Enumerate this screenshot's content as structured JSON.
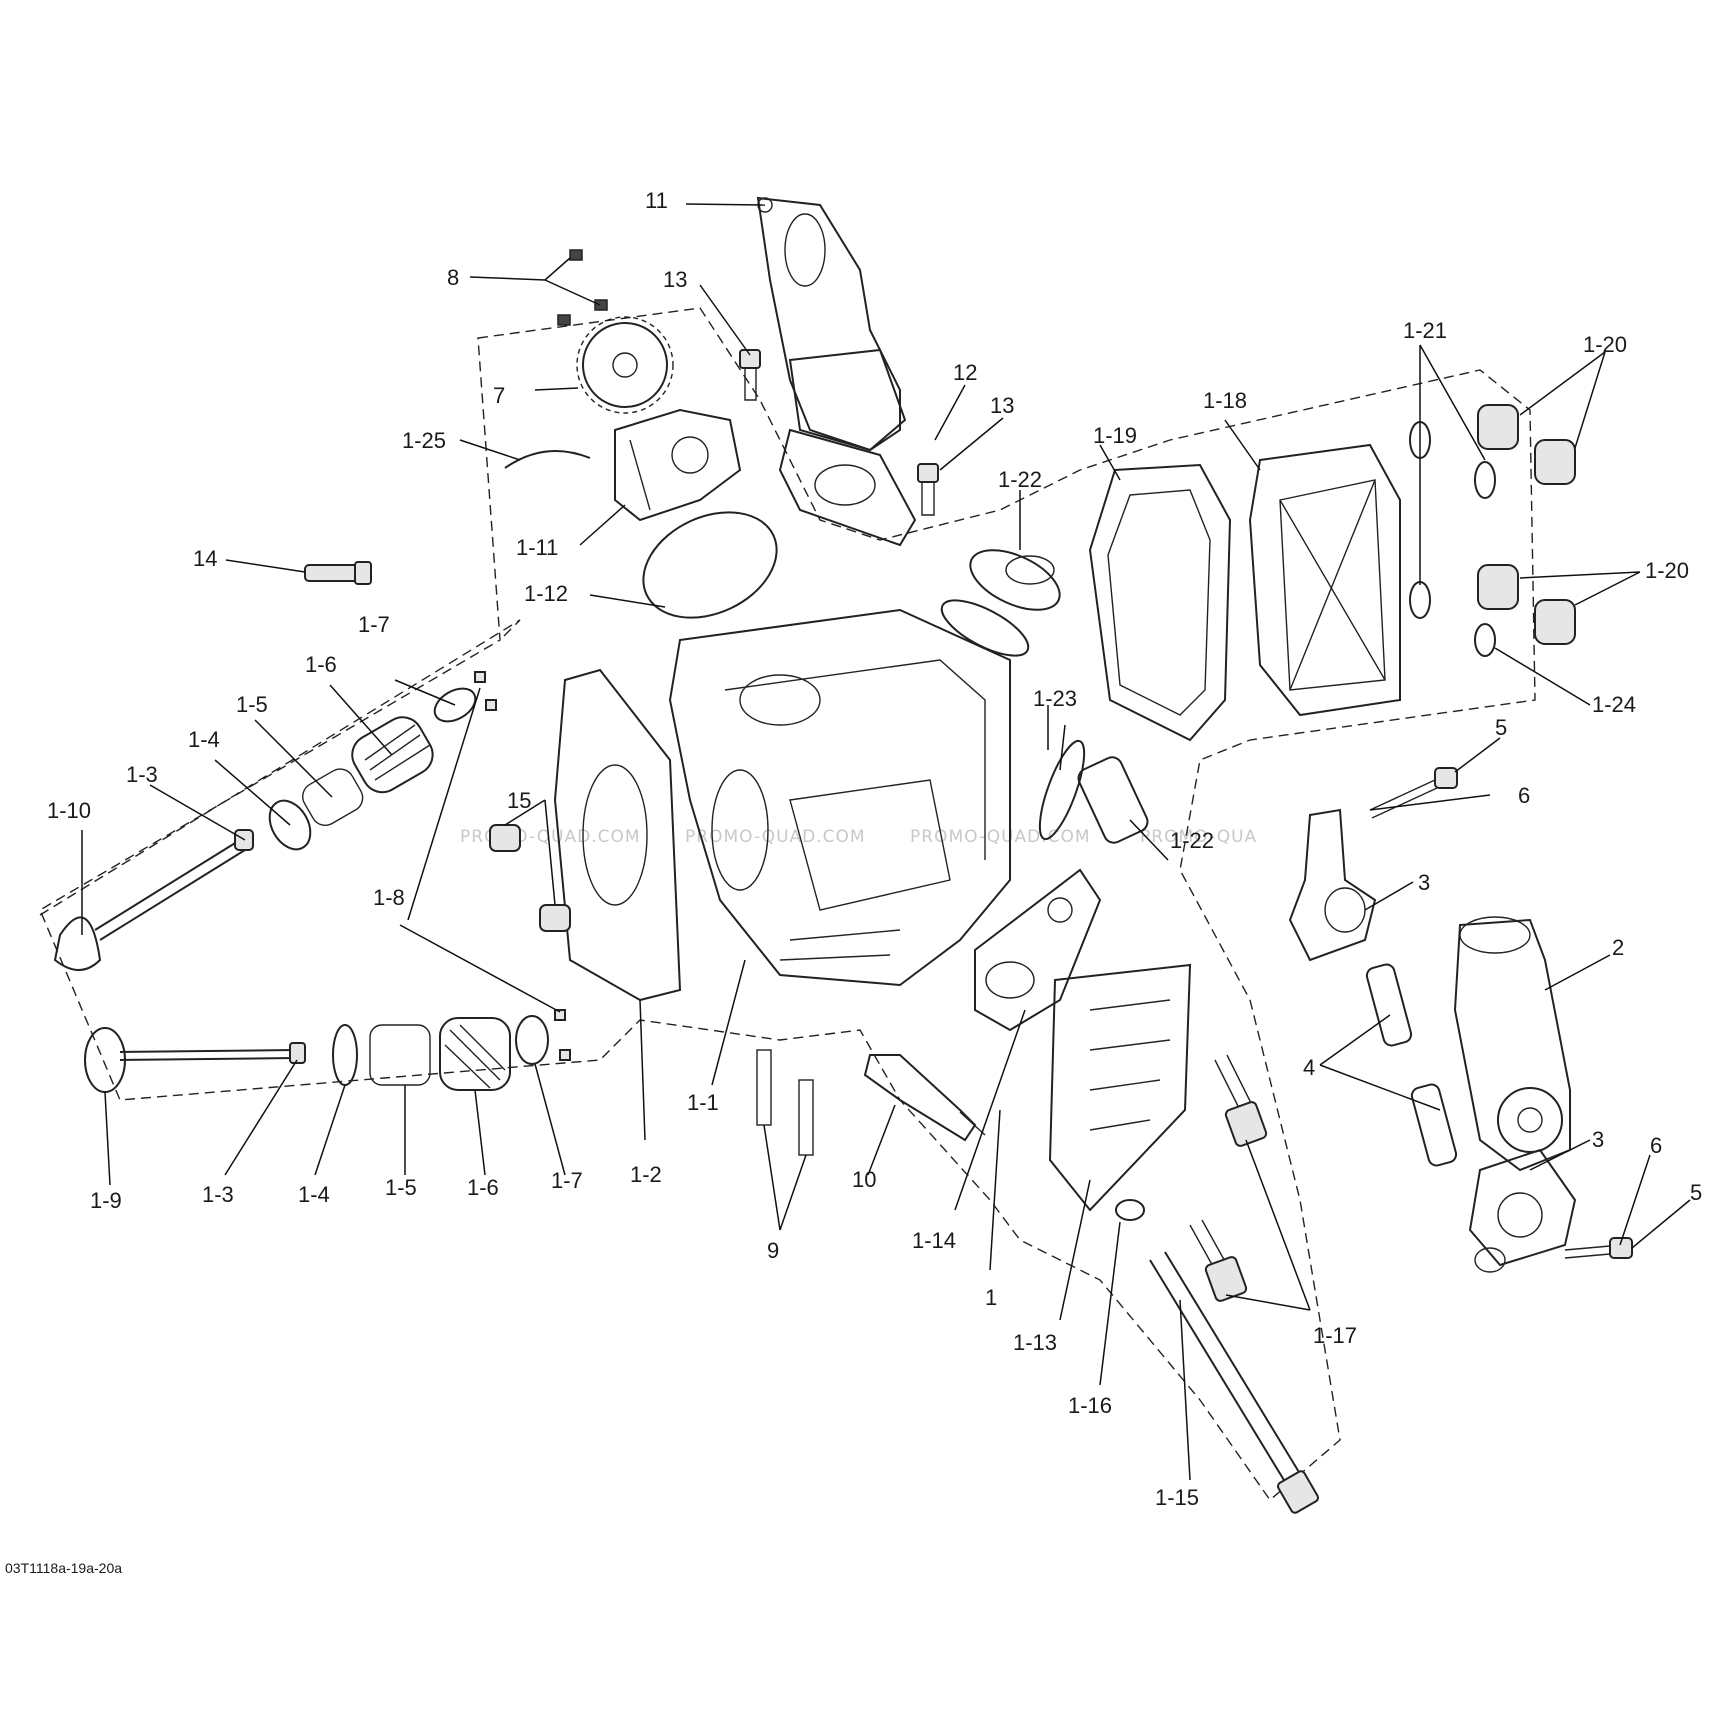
{
  "diagram_code": "03T1118a-19a-20a",
  "watermark": "PROMO-QUAD.COM",
  "watermark_tail": "PROMO-QUA",
  "labels": {
    "l11": "11",
    "l8": "8",
    "l13a": "13",
    "l12": "12",
    "l13b": "13",
    "l7": "7",
    "l1_25": "1-25",
    "l1_11": "1-11",
    "l1_12": "1-12",
    "l14": "14",
    "l1_22a": "1-22",
    "l1_19": "1-19",
    "l1_18": "1-18",
    "l1_21": "1-21",
    "l1_20a": "1-20",
    "l1_20b": "1-20",
    "l1_24": "1-24",
    "l1_7a": "1-7",
    "l1_6a": "1-6",
    "l1_5a": "1-5",
    "l1_4a": "1-4",
    "l1_3a": "1-3",
    "l1_10": "1-10",
    "l15": "15",
    "l1_8": "1-8",
    "l1_23": "1-23",
    "l1_22b": "1-22",
    "l5a": "5",
    "l6a": "6",
    "l3a": "3",
    "l2": "2",
    "l4": "4",
    "l3b": "3",
    "l6b": "6",
    "l5b": "5",
    "l1_9": "1-9",
    "l1_3b": "1-3",
    "l1_4b": "1-4",
    "l1_5b": "1-5",
    "l1_6b": "1-6",
    "l1_7b": "1-7",
    "l1_2": "1-2",
    "l1_1": "1-1",
    "l9": "9",
    "l10": "10",
    "l1_14": "1-14",
    "l1": "1",
    "l1_13": "1-13",
    "l1_16": "1-16",
    "l1_17": "1-17",
    "l1_15": "1-15"
  }
}
